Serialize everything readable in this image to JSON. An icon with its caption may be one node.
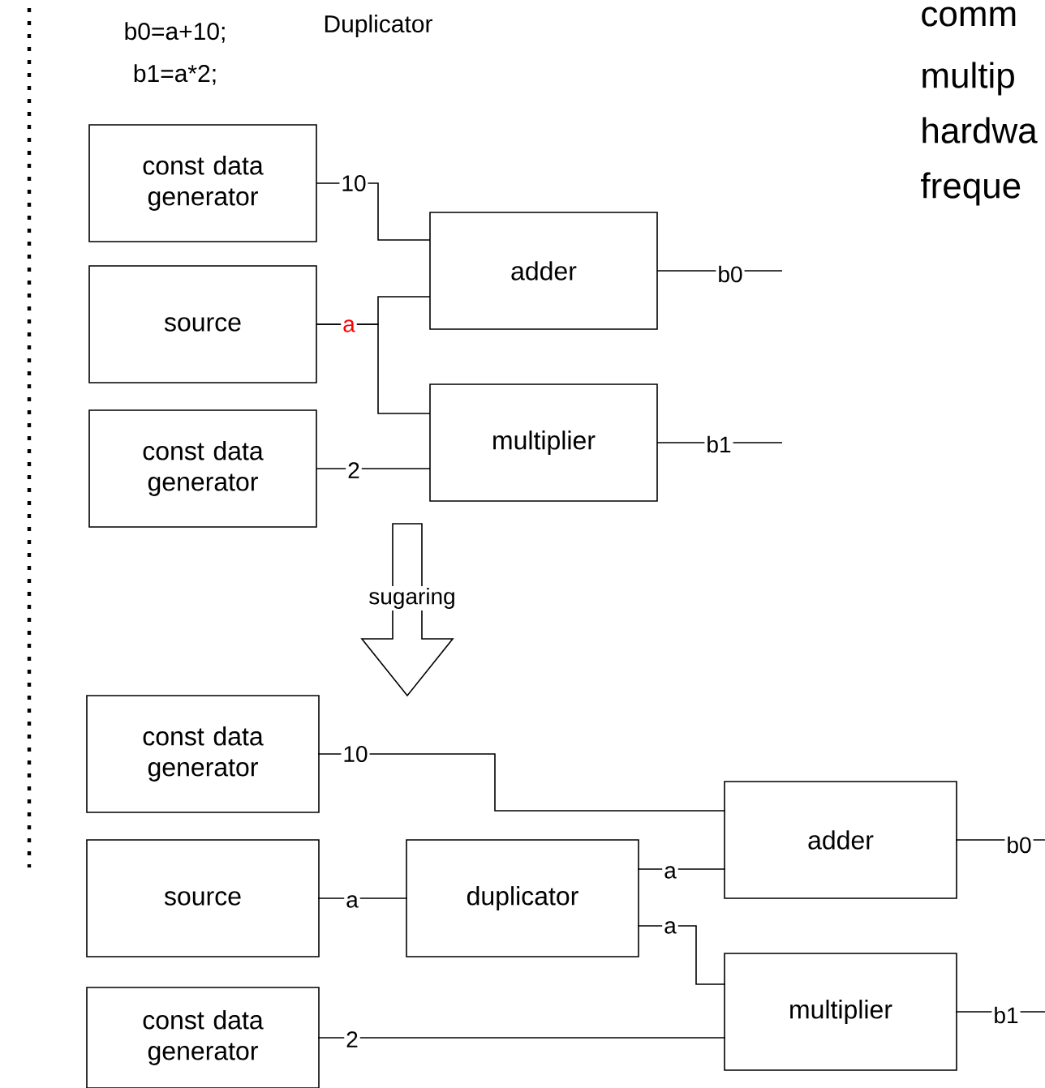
{
  "diagram": {
    "nodes": [
      {
        "text": [
          "const data generator"
        ]
      },
      {
        "text": [
          "source"
        ]
      },
      {
        "text": [
          "const data generator"
        ]
      },
      {
        "text": [
          "adder"
        ]
      },
      {
        "text": [
          "multiplier"
        ]
      },
      {
        "text": [
          "const data generator"
        ]
      },
      {
        "text": [
          "source"
        ]
      },
      {
        "text": [
          "const data generator"
        ]
      },
      {
        "text": [
          "duplicator"
        ]
      },
      {
        "text": [
          "adder"
        ]
      },
      {
        "text": [
          "multiplier"
        ]
      }
    ],
    "edges": [
      {
        "from": 0,
        "to": 3,
        "arrow": "none",
        "label": "10"
      },
      {
        "from": 1,
        "to": 3,
        "arrow": "none",
        "label": "a"
      },
      {
        "from": 1,
        "to": 4,
        "arrow": "none"
      },
      {
        "from": 2,
        "to": 4,
        "arrow": "none",
        "label": "2"
      },
      {
        "from": 3,
        "to": null,
        "arrow": "none",
        "label": "b0"
      },
      {
        "from": 4,
        "to": null,
        "arrow": "none",
        "label": "b1"
      },
      {
        "from": 5,
        "to": 9,
        "arrow": "none",
        "label": "10"
      },
      {
        "from": 6,
        "to": 8,
        "arrow": "none",
        "label": "a"
      },
      {
        "from": 8,
        "to": 9,
        "arrow": "none",
        "label": "a"
      },
      {
        "from": 8,
        "to": 10,
        "arrow": "none",
        "label": "a"
      },
      {
        "from": 7,
        "to": 10,
        "arrow": "none",
        "label": "2"
      },
      {
        "from": 9,
        "to": null,
        "arrow": "none",
        "label": "b0"
      },
      {
        "from": 10,
        "to": null,
        "arrow": "none",
        "label": "b1"
      }
    ],
    "labels": [
      "b0=a+10;",
      "b1=a*2;",
      "Duplicator",
      "comm",
      "multip",
      "hardwa",
      "freque",
      "sugaring"
    ]
  }
}
